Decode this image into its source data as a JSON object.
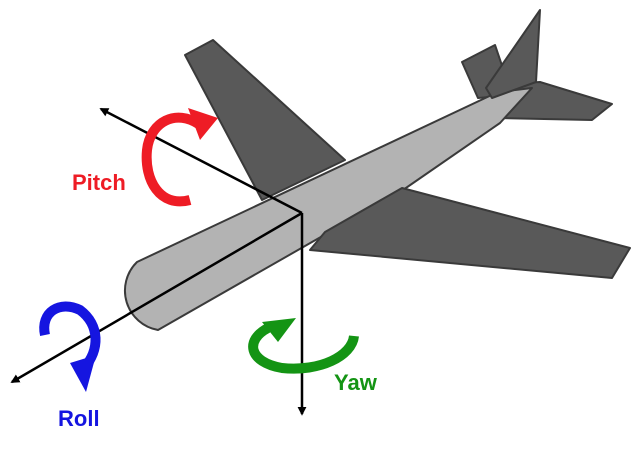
{
  "labels": {
    "pitch": "Pitch",
    "roll": "Roll",
    "yaw": "Yaw"
  },
  "colors": {
    "pitch": "#ee1c25",
    "roll": "#1515e0",
    "yaw": "#149414",
    "fuselage": "#b3b3b3",
    "wing": "#595959",
    "outline": "#3a3a3a",
    "axis": "#000000",
    "background": "#ffffff"
  }
}
